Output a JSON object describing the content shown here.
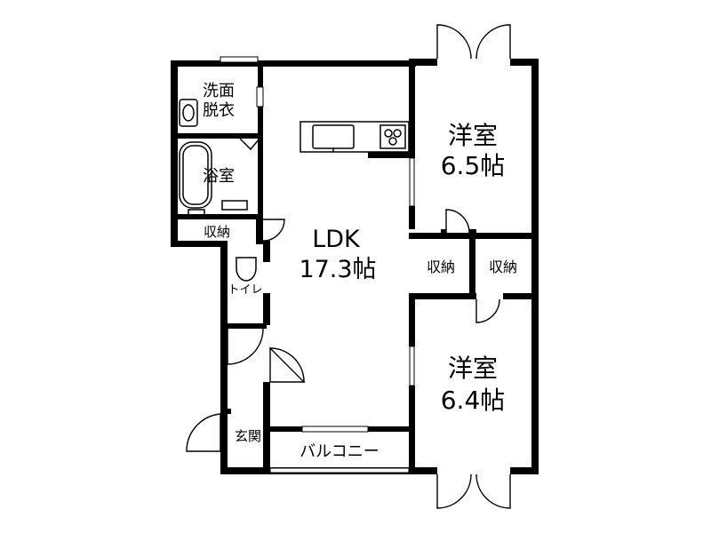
{
  "rooms": {
    "senmen_line1": "洗面",
    "senmen_line2": "脱衣",
    "yokushitsu": "浴室",
    "shuno_top": "収納",
    "toilet": "トイレ",
    "genkan": "玄関",
    "ldk_line1": "LDK",
    "ldk_line2": "17.3帖",
    "yoshitsu1_line1": "洋室",
    "yoshitsu1_line2": "6.5帖",
    "shuno_mid1": "収納",
    "shuno_mid2": "収納",
    "yoshitsu2_line1": "洋室",
    "yoshitsu2_line2": "6.4帖",
    "balcony": "バルコニー"
  }
}
